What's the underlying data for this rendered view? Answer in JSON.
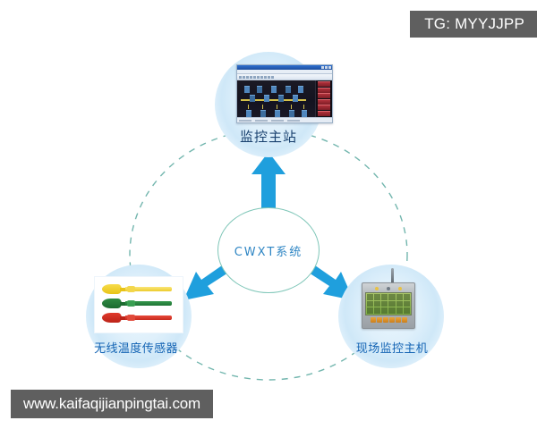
{
  "watermarks": {
    "telegram_tag": "TG: MYYJJPP",
    "website": "www.kaifaqijianpingtai.com"
  },
  "diagram": {
    "type": "hub-and-spoke system architecture",
    "center": {
      "label": "CWXT系统",
      "shape": "ellipse",
      "text_color": "#2f86c4",
      "border_color": "#7fc6b8"
    },
    "ring": {
      "style": "dashed",
      "color": "#5aa9a0"
    },
    "arrow_color": "#1f9fdd",
    "nodes": [
      {
        "id": "master-station",
        "label": "监控主站",
        "label_color": "#18406e",
        "position": "top",
        "icon": "monitoring-software-window",
        "arrow": "up"
      },
      {
        "id": "wireless-temperature-sensor",
        "label": "无线温度传感器",
        "label_color": "#1464b4",
        "position": "bottom-left",
        "icon": "cable-tie-temperature-sensors",
        "arrow": "down-left",
        "sensor_colors": [
          "#f7dc4b",
          "#2f8a43",
          "#e03a2c"
        ]
      },
      {
        "id": "field-monitoring-host",
        "label": "现场监控主机",
        "label_color": "#1464b4",
        "position": "bottom-right",
        "icon": "field-host-device-with-antenna",
        "arrow": "down-right",
        "lcd_color": "#9dc05a"
      }
    ]
  }
}
